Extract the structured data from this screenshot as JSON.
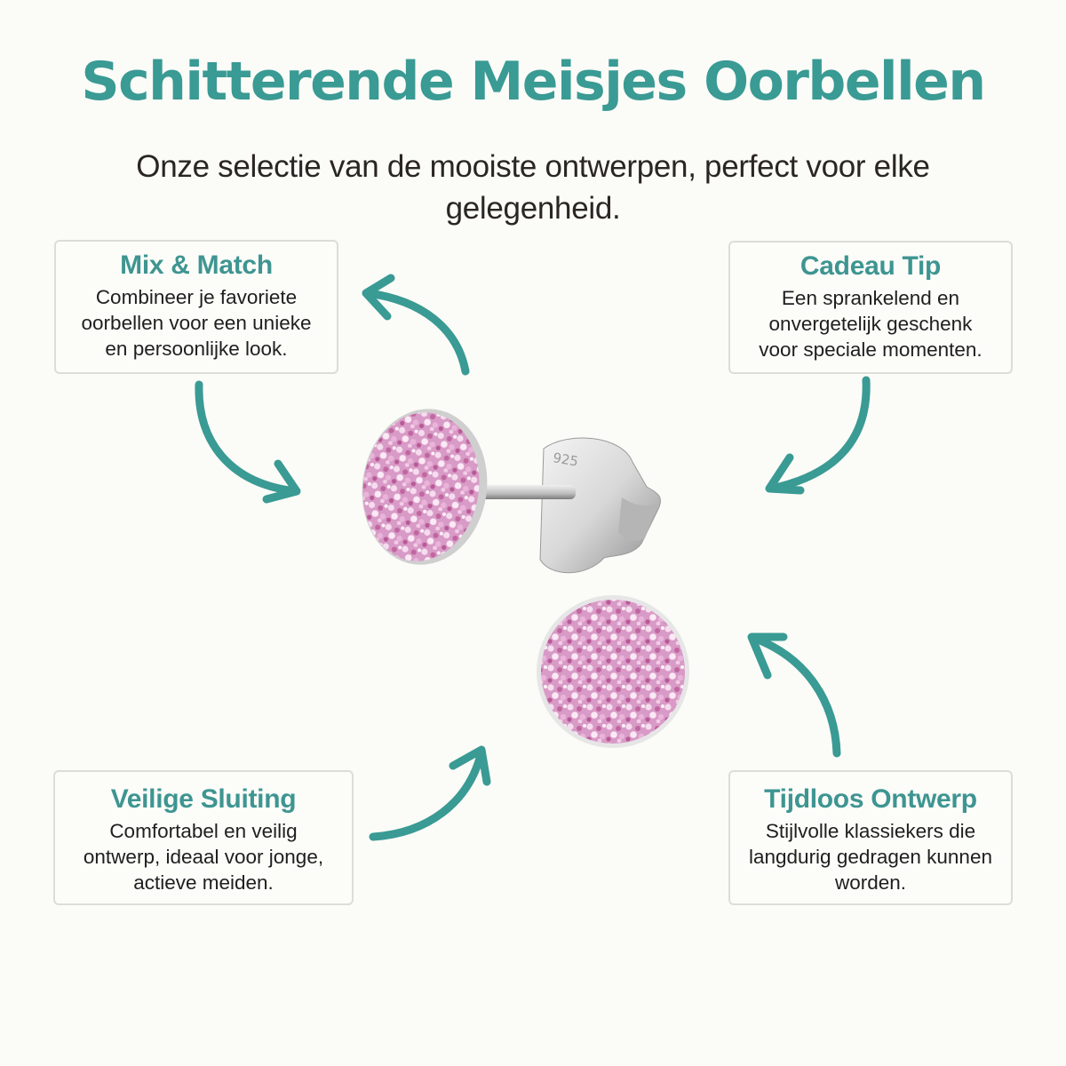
{
  "header": {
    "title": "Schitterende Meisjes Oorbellen",
    "subtitle": "Onze selectie van de mooiste ontwerpen, perfect voor elke gelegenheid."
  },
  "cards": [
    {
      "position": "top-left",
      "title": "Mix & Match",
      "text": "Combineer je favoriete oorbellen voor een unieke en persoonlijke look."
    },
    {
      "position": "top-right",
      "title": "Cadeau Tip",
      "text": "Een sprankelend en onvergetelijk geschenk voor speciale momenten."
    },
    {
      "position": "bottom-left",
      "title": "Veilige Sluiting",
      "text": "Comfortabel en veilig ontwerp, ideaal voor jonge, actieve meiden."
    },
    {
      "position": "bottom-right",
      "title": "Tijdloos Ontwerp",
      "text": "Stijlvolle klassiekers die langdurig gedragen kunnen worden."
    }
  ],
  "product": {
    "name": "pink glitter stud earrings",
    "stamp": "925"
  },
  "colors": {
    "accent": "#3a9a94",
    "text": "#1f1f1f",
    "background": "#fbfbf7",
    "glitter": "#e0a8d0"
  }
}
